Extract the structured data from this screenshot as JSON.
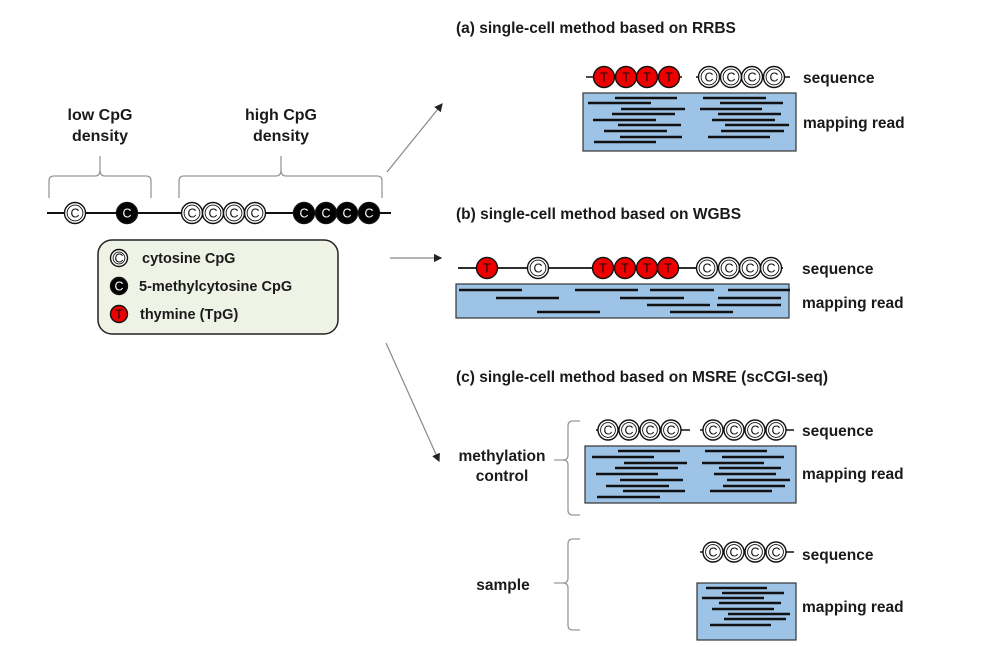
{
  "left_panel": {
    "density_labels": [
      {
        "line1": "low CpG",
        "line2": "density"
      },
      {
        "line1": "high CpG",
        "line2": "density"
      }
    ],
    "genome_sequence": [
      "C",
      "M",
      "C",
      "C",
      "C",
      "C",
      "M",
      "M",
      "M",
      "M"
    ],
    "legend": [
      {
        "symbol": "C",
        "type": "cytosine",
        "label": "cytosine CpG"
      },
      {
        "symbol": "C",
        "type": "methyl",
        "label": "5-methylcytosine CpG"
      },
      {
        "symbol": "T",
        "type": "thymine",
        "label": "thymine (TpG)"
      }
    ]
  },
  "panels": {
    "a": {
      "title": "(a) single-cell method based on RRBS",
      "sequence_label": "sequence",
      "read_label": "mapping read",
      "groups": [
        [
          "T",
          "T",
          "T",
          "T"
        ],
        [
          "C",
          "C",
          "C",
          "C"
        ]
      ],
      "read_coverage": "dense, two clusters"
    },
    "b": {
      "title": "(b) single-cell method based on WGBS",
      "sequence_label": "sequence",
      "read_label": "mapping read",
      "sequence": [
        "T",
        "C",
        "T",
        "T",
        "T",
        "T",
        "C",
        "C",
        "C",
        "C"
      ],
      "read_coverage": "sparse, genome-wide"
    },
    "c": {
      "title": "(c) single-cell method based on MSRE (scCGI-seq)",
      "control": {
        "label_line1": "methylation",
        "label_line2": "control",
        "sequence_label": "sequence",
        "read_label": "mapping read",
        "groups": [
          [
            "C",
            "C",
            "C",
            "C"
          ],
          [
            "C",
            "C",
            "C",
            "C"
          ]
        ]
      },
      "sample": {
        "label": "sample",
        "sequence_label": "sequence",
        "read_label": "mapping read",
        "groups": [
          [
            "C",
            "C",
            "C",
            "C"
          ]
        ]
      }
    }
  },
  "colors": {
    "thymine": "#ee0000",
    "methyl": "#000000",
    "cytosine": "#ffffff",
    "read_box": "#9dc3e6",
    "legend_bg": "#eef3e6",
    "line": "#111111",
    "arrow": "#777777"
  }
}
